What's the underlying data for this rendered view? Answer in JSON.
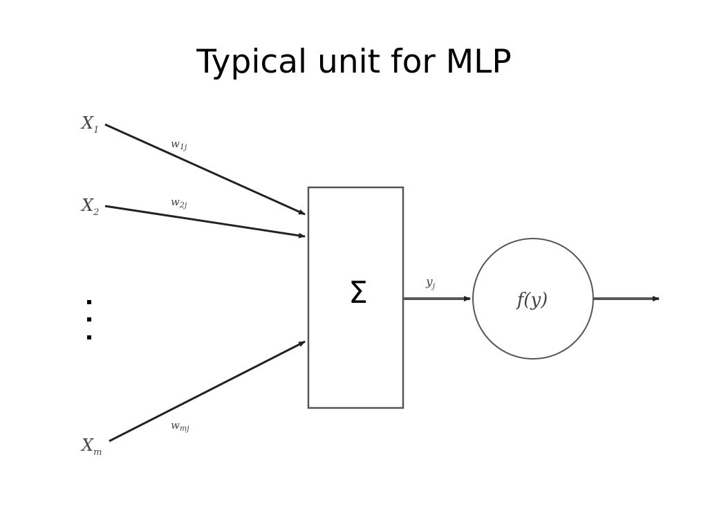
{
  "slide": {
    "title": "Typical unit for MLP"
  },
  "diagram": {
    "inputs": [
      {
        "name": "X",
        "sub": "1",
        "weight": "w",
        "weight_sub": "1j"
      },
      {
        "name": "X",
        "sub": "2",
        "weight": "w",
        "weight_sub": "2j"
      },
      {
        "name": "X",
        "sub": "m",
        "weight": "w",
        "weight_sub": "mj"
      }
    ],
    "ellipsis": "⋮",
    "summation_symbol": "Σ",
    "sum_output": {
      "name": "y",
      "sub": "j"
    },
    "activation": "f(y)"
  }
}
